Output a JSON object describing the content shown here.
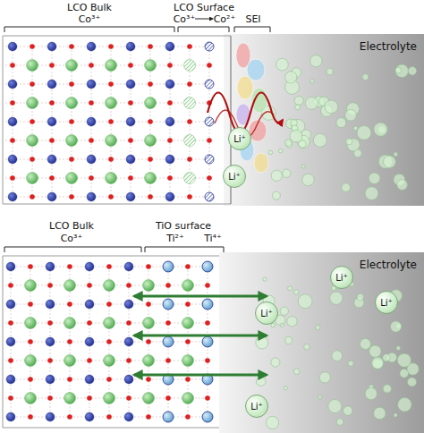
{
  "diagram": {
    "nodes": [
      {
        "text": [
          "Electrolyte"
        ]
      },
      {
        "text": [
          "Li⁺"
        ],
        "in": 0
      },
      {
        "text": [
          "Li⁺"
        ],
        "in": 0
      },
      {
        "text": [
          "Electrolyte"
        ]
      },
      {
        "text": [
          "Li⁺"
        ],
        "in": 3
      },
      {
        "text": [
          "Li⁺"
        ],
        "in": 3
      },
      {
        "text": [
          "Li⁺"
        ],
        "in": 3
      },
      {
        "text": [
          "Li⁺"
        ],
        "in": 3
      }
    ],
    "labels": [
      "LCO Bulk",
      "Co³⁺",
      "LCO Surface",
      "Co³⁺",
      "Co²⁺",
      "SEI",
      "LCO Bulk",
      "Co³⁺",
      "TiO surface",
      "Ti²⁺",
      "Ti⁴⁺"
    ]
  }
}
